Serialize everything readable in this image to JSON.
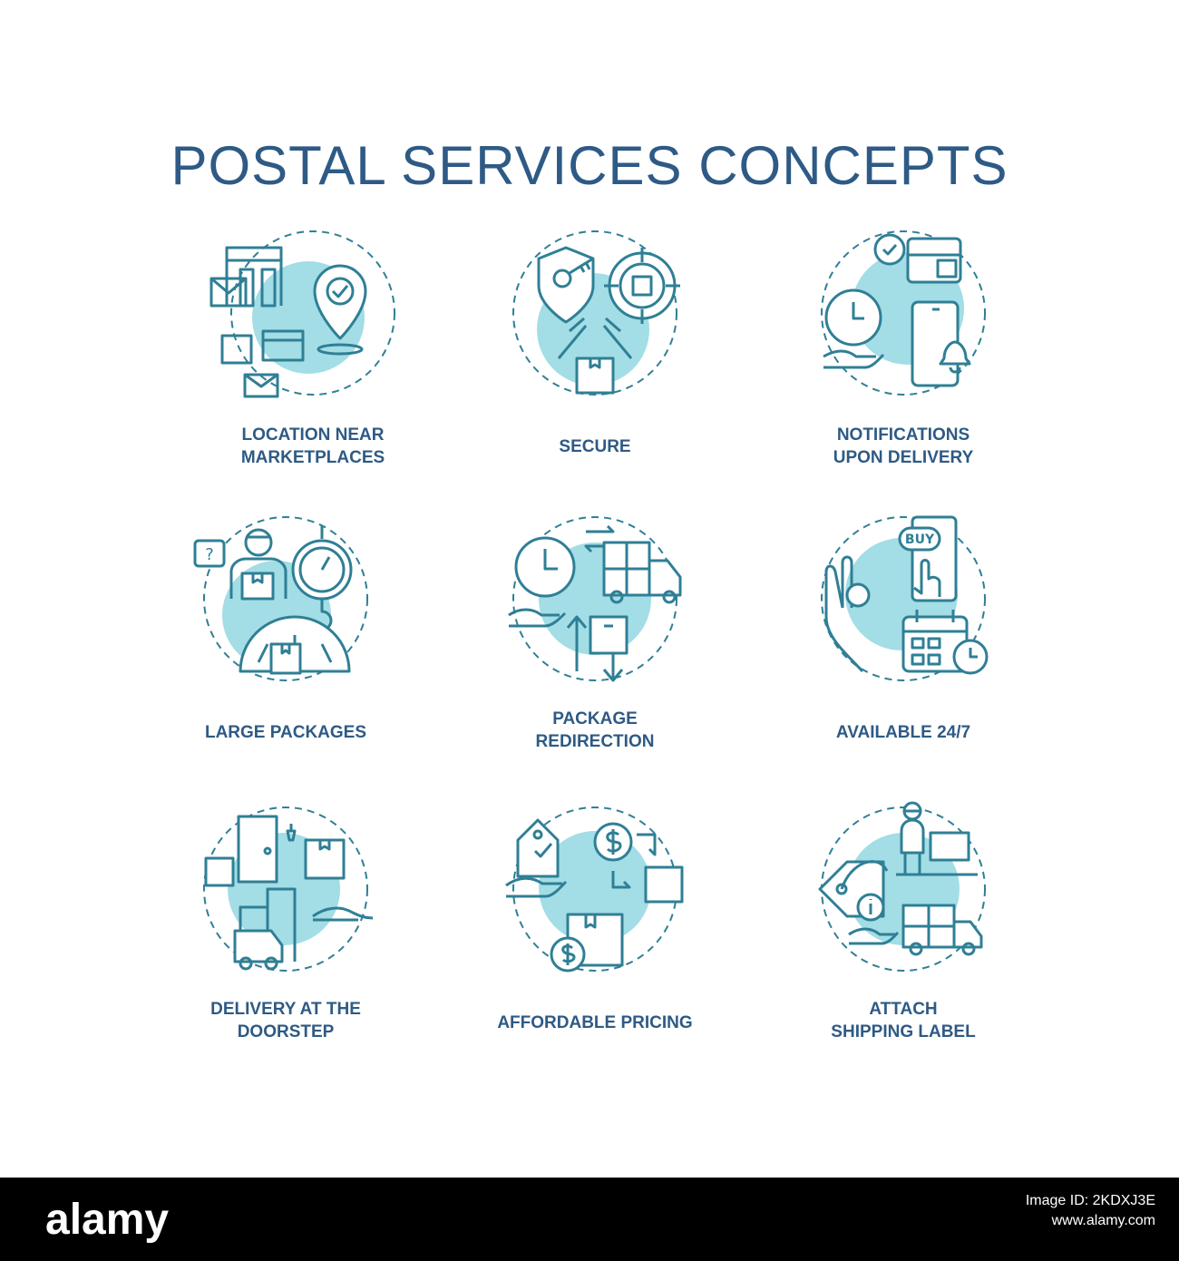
{
  "title": "POSTAL SERVICES CONCEPTS",
  "accent_color": "#a3dde6",
  "stroke_color": "#2f7f95",
  "text_color": "#2e5a85",
  "concepts": [
    {
      "icon": "location-marketplace-icon",
      "label_lines": [
        "LOCATION NEAR",
        "MARKETPLACES"
      ]
    },
    {
      "icon": "secure-delivery-icon",
      "label_lines": [
        "SECURE"
      ]
    },
    {
      "icon": "delivery-notification-icon",
      "label_lines": [
        "NOTIFICATIONS",
        "UPON DELIVERY"
      ]
    },
    {
      "icon": "large-package-icon",
      "label_lines": [
        "LARGE PACKAGES"
      ]
    },
    {
      "icon": "package-redirection-icon",
      "label_lines": [
        "PACKAGE",
        "REDIRECTION"
      ]
    },
    {
      "icon": "available-24-7-icon",
      "label_lines": [
        "AVAILABLE 24/7"
      ]
    },
    {
      "icon": "doorstep-delivery-icon",
      "label_lines": [
        "DELIVERY AT THE",
        "DOORSTEP"
      ]
    },
    {
      "icon": "affordable-pricing-icon",
      "label_lines": [
        "AFFORDABLE PRICING"
      ]
    },
    {
      "icon": "shipping-label-icon",
      "label_lines": [
        "ATTACH",
        "SHIPPING LABEL"
      ]
    }
  ],
  "icon_text": {
    "buy": "BUY"
  },
  "footer": {
    "brand": "alamy",
    "image_id_line": "Image ID: 2KDXJ3E",
    "site": "www.alamy.com"
  }
}
